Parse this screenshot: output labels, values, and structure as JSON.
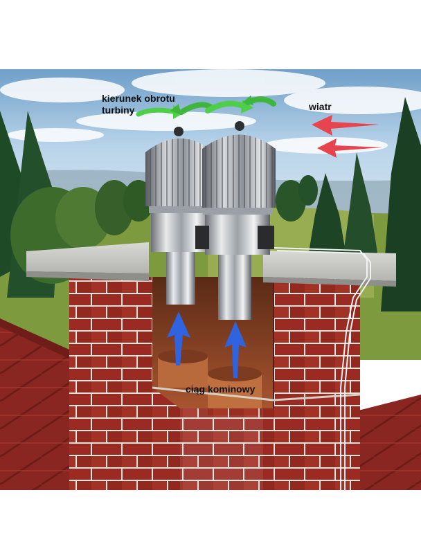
{
  "labels": {
    "turbine_rotation_line1": "kierunek obrotu",
    "turbine_rotation_line2": "turbiny",
    "wind": "wiatr",
    "chimney_draft": "ciąg kominowy"
  },
  "colors": {
    "rotation_arrows": "#4fce4a",
    "wind_arrows": "#e8444d",
    "draft_arrows": "#2f63e0",
    "brick": "#9b2a22",
    "roof": "#8e2a24",
    "sky": "#a9cbe6"
  },
  "icons": {
    "rotation": "green-curved-arrow-icon",
    "wind": "red-arrow-icon",
    "draft": "blue-up-arrow-icon"
  }
}
